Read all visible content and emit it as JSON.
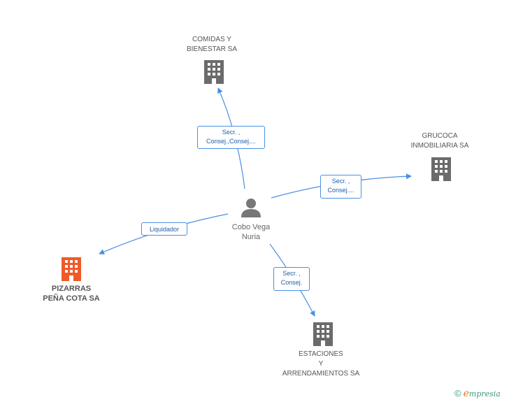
{
  "center_person": {
    "name_line1": "Cobo Vega",
    "name_line2": "Nuria"
  },
  "companies": [
    {
      "id": "comidas",
      "line1": "COMIDAS Y",
      "line2": "BIENESTAR SA",
      "line3": ""
    },
    {
      "id": "grucoca",
      "line1": "GRUCOCA",
      "line2": "INMOBILIARIA SA",
      "line3": ""
    },
    {
      "id": "pizarras",
      "line1": "PIZARRAS",
      "line2": "PEÑA COTA SA",
      "line3": "",
      "highlighted": true
    },
    {
      "id": "estaciones",
      "line1": "ESTACIONES",
      "line2": "Y",
      "line3": "ARRENDAMIENTOS SA"
    }
  ],
  "relations": [
    {
      "to": "comidas",
      "label_line1": "Secr. ,",
      "label_line2": "Consej.,Consej...."
    },
    {
      "to": "grucoca",
      "label_line1": "Secr. ,",
      "label_line2": "Consej...."
    },
    {
      "to": "pizarras",
      "label_line1": "Liquidador",
      "label_line2": ""
    },
    {
      "to": "estaciones",
      "label_line1": "Secr. ,",
      "label_line2": "Consej."
    }
  ],
  "colors": {
    "edge": "#4a90e2",
    "building": "#6b6b6b",
    "building_highlight": "#f05a28",
    "person": "#777777"
  },
  "brand": {
    "copyright_symbol": "©",
    "first_letter": "e",
    "rest": "mpresia"
  }
}
